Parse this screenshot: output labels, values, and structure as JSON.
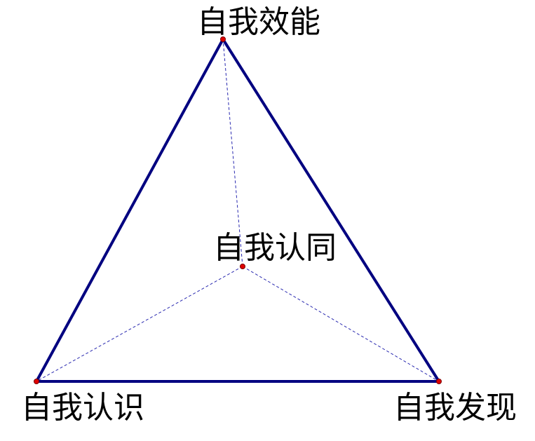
{
  "diagram": {
    "nodes": [
      {
        "id": "top",
        "label": "自我效能"
      },
      {
        "id": "left",
        "label": "自我认识"
      },
      {
        "id": "right",
        "label": "自我发现"
      },
      {
        "id": "center",
        "label": "自我认同"
      }
    ],
    "edges_solid": [
      [
        "top",
        "left"
      ],
      [
        "left",
        "right"
      ],
      [
        "right",
        "top"
      ]
    ],
    "edges_dashed": [
      [
        "center",
        "top"
      ],
      [
        "center",
        "left"
      ],
      [
        "center",
        "right"
      ]
    ],
    "colors": {
      "triangle": "#000080",
      "dashed": "#2a2ab0",
      "point_fill": "#e00000",
      "point_stroke": "#7a0000",
      "label": "#000000"
    }
  }
}
